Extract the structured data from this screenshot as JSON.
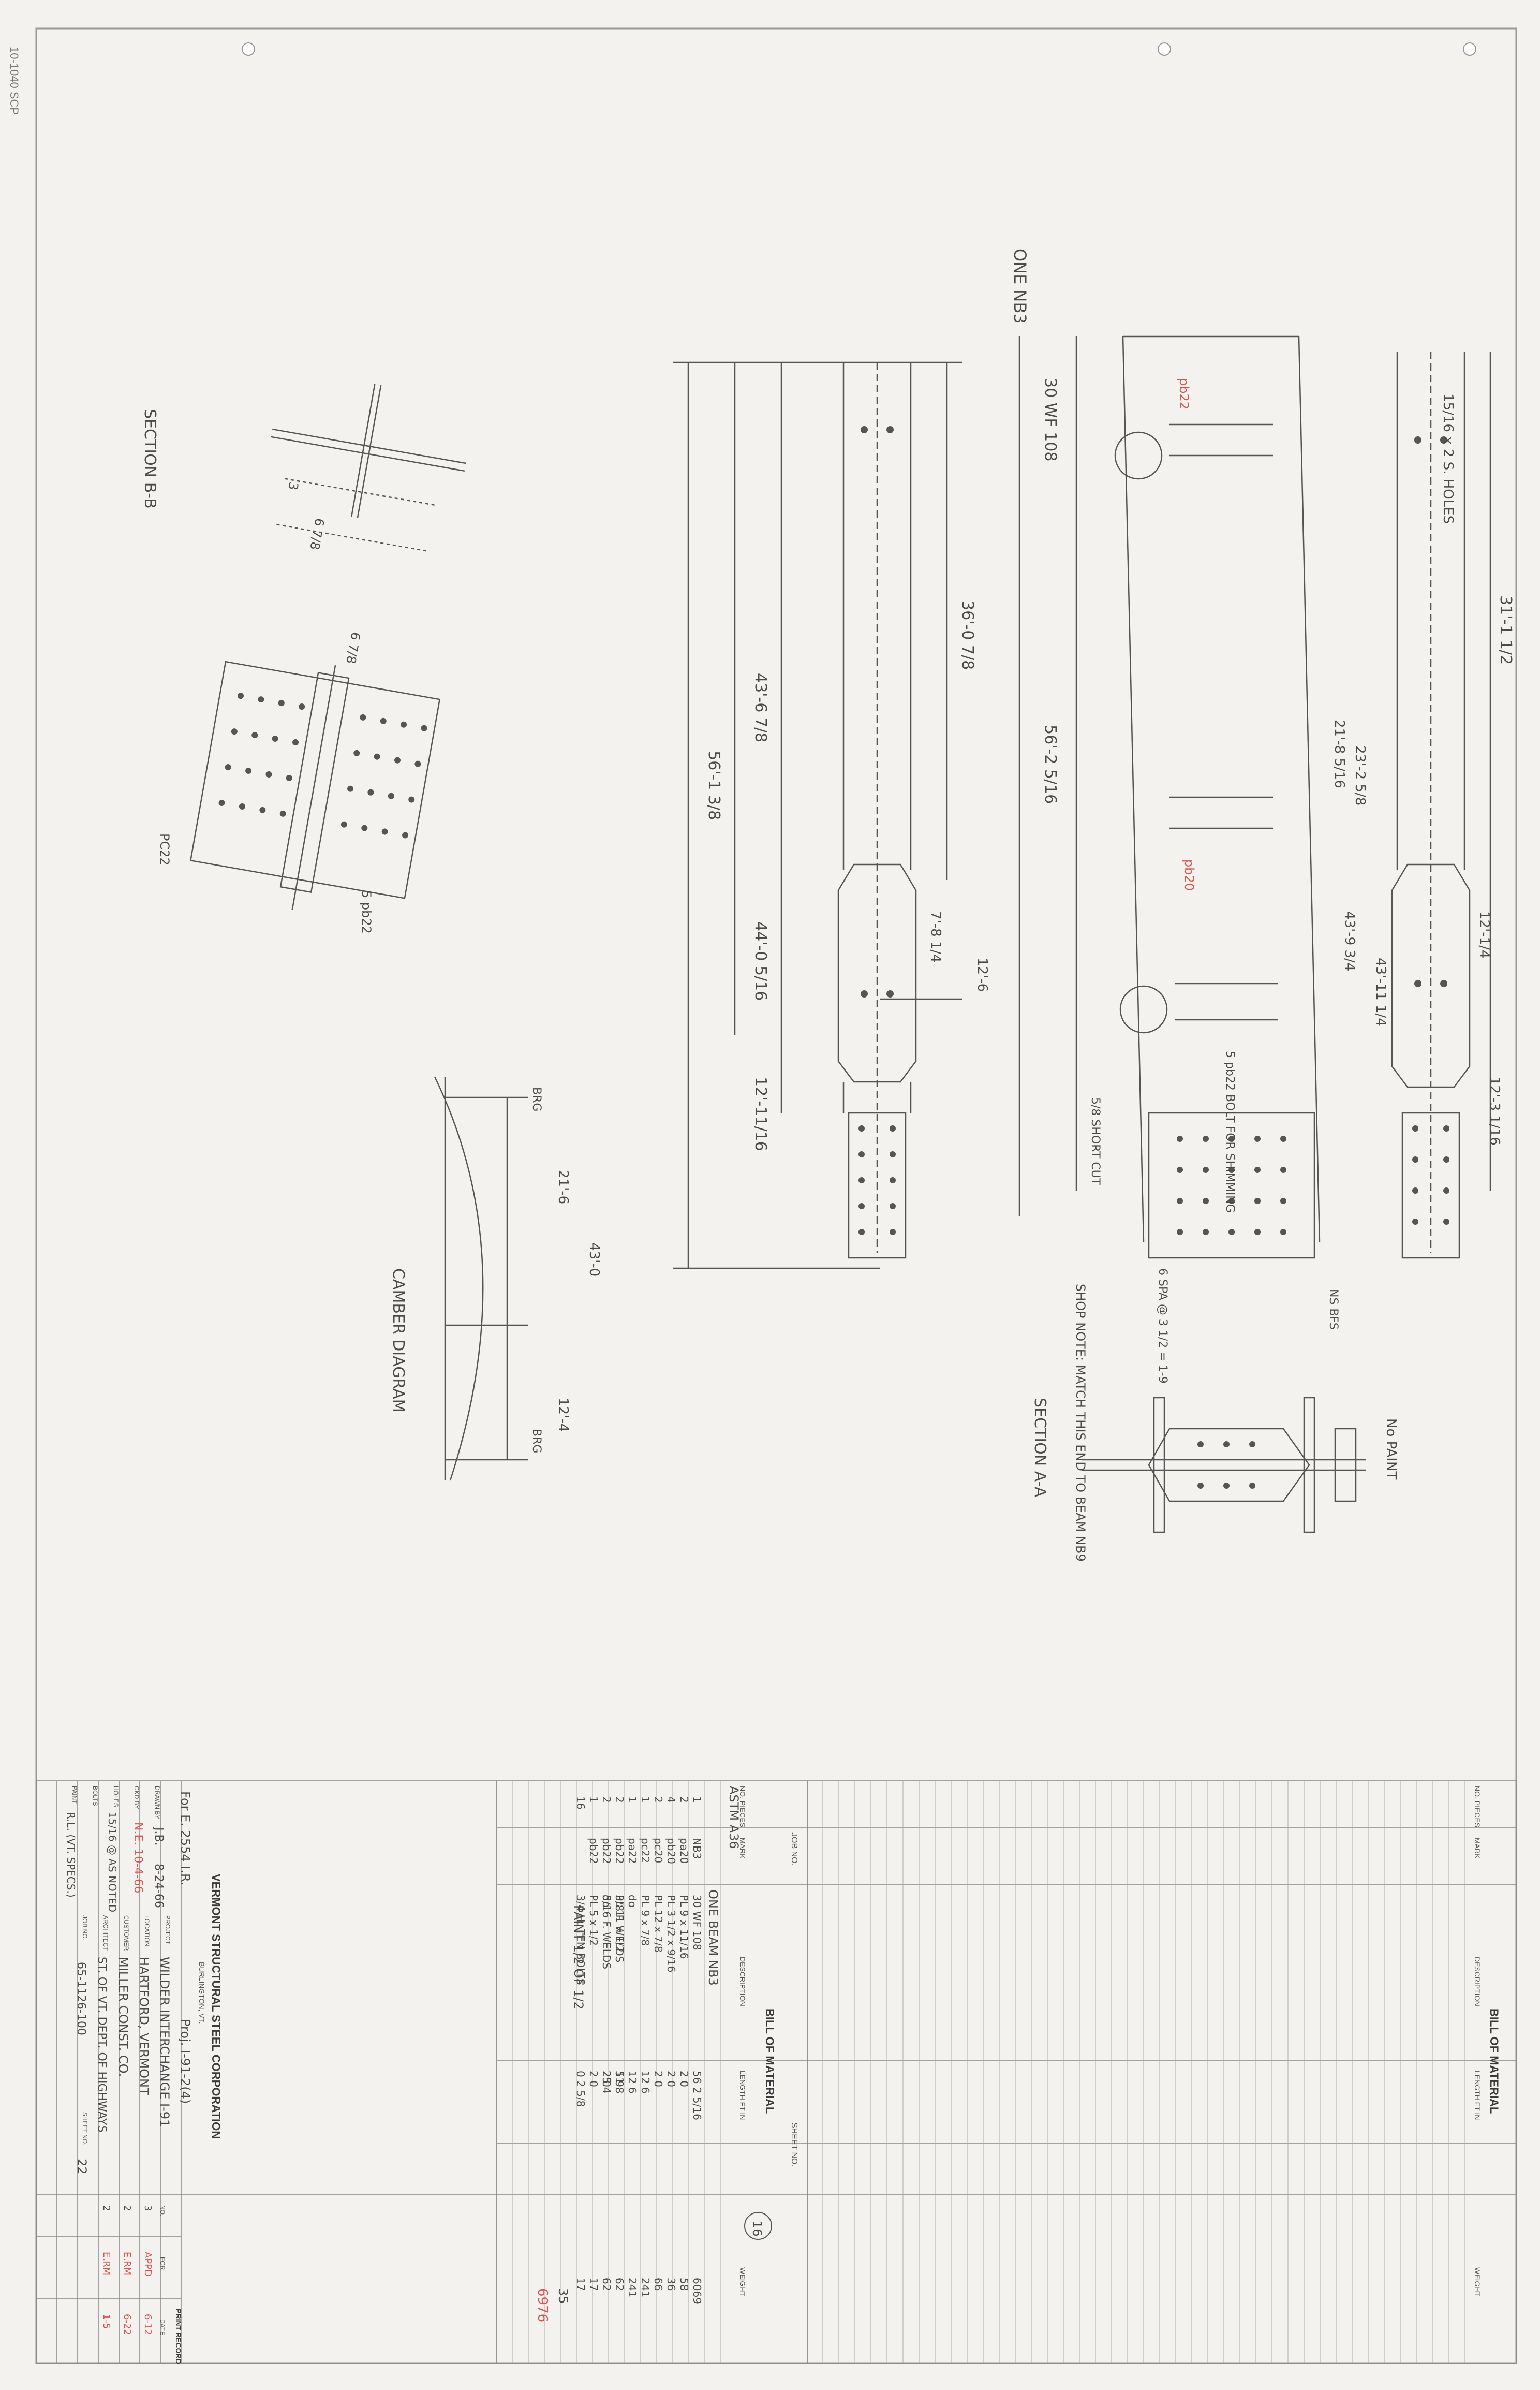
{
  "edge_code": "10-1040 SCP",
  "sections": {
    "section_bb": "SECTION B-B",
    "section_aa": "SECTION A-A",
    "camber": "CAMBER DIAGRAM",
    "beam_top": "ONE NB3"
  },
  "dims": {
    "bb_6_7_8": "6 7/8",
    "bb_6_7_8b": "6 7/8",
    "bb_3": "3",
    "bb_pc22": "PC22",
    "bb_pb22": "5 pb22",
    "overall": "56'-1 3/8",
    "d43": "43'-6 7/8",
    "d44": "44'-0 5/16",
    "d12": "12'-11/16",
    "d36": "36'-0 7/8",
    "d56b": "56'-2 5/16",
    "d7": "7'-8 1/4",
    "d12b": "12'-6",
    "d30wf": "30 WF 108",
    "d31": "31'-1 1/2",
    "d23": "23'-2 5/8",
    "d21": "21'-8 5/16",
    "d43b": "43'-9 3/4",
    "d43c": "43'-11 1/4",
    "d12c": "12'-1/4",
    "d12d": "12'-3 1/16",
    "holes": "15/16 x 2 S. HOLES",
    "pb20": "pb20",
    "pb22": "pb22",
    "camber_21": "21'-6",
    "camber_43": "43'-0",
    "camber_12": "12'-4",
    "camber_brg1": "BRG",
    "camber_brg2": "BRG",
    "shop_note": "SHOP NOTE: MATCH THIS END TO BEAM NB9",
    "no_paint": "No PAINT",
    "sp_cut": "5/8 SHORT CUT",
    "sp_six": "6 SPA @ 3 1/2 = 1-9",
    "ns_bfs": "NS BFS",
    "bolt_shim": "5 pb22 BOLT FOR SHIMMING"
  },
  "bom_right": {
    "title": "BILL OF MATERIAL",
    "headers": [
      "NO. PIECES",
      "MARK",
      "DESCRIPTION",
      "LENGTH FT IN",
      "WEIGHT"
    ]
  },
  "bom_left": {
    "title": "BILL OF MATERIAL",
    "job_no": "JOB NO.",
    "sheet_no": "SHEET NO.",
    "circle": "16",
    "headers": [
      "NO. PIECES",
      "MARK",
      "DESCRIPTION",
      "LENGTH FT IN",
      "WEIGHT"
    ],
    "spec": "ASTM A36",
    "beam_name": "ONE BEAM NB3",
    "rows": [
      {
        "n": "1",
        "mark": "NB3",
        "desc": "30 WF 108",
        "len": "56 2 5/16",
        "wt": "6069"
      },
      {
        "n": "2",
        "mark": "pa20",
        "desc": "PL 9 x 11/16",
        "len": "2 0",
        "wt": "58"
      },
      {
        "n": "4",
        "mark": "pb20",
        "desc": "PL 3 1/2 x 9/16",
        "len": "2 0",
        "wt": "36"
      },
      {
        "n": "2",
        "mark": "pc20",
        "desc": "PL 12 x 7/8",
        "len": "2 0",
        "wt": "66"
      },
      {
        "n": "1",
        "mark": "pc22",
        "desc": "PL 9 x 7/8",
        "len": "12 6",
        "wt": "241"
      },
      {
        "n": "1",
        "mark": "pa22",
        "desc": "do",
        "len": "12 6",
        "wt": "241"
      },
      {
        "n": "2",
        "mark": "pb22",
        "desc": "PL 11 x 1/2",
        "len": "1 9",
        "wt": "62"
      },
      {
        "n": "2",
        "mark": "pb22",
        "desc": "do",
        "len": "2 0",
        "wt": "62"
      },
      {
        "n": "1",
        "mark": "pb22",
        "desc": "PL 5 x 1/2",
        "len": "2 0",
        "wt": "17"
      },
      {
        "n": "16",
        "mark": "",
        "desc": "3/4 H. TEN BOLTS",
        "len": "0 2 5/8",
        "wt": "17"
      }
    ],
    "welds": [
      {
        "desc": "3/8 F. WELDS",
        "len": "51 8"
      },
      {
        "desc": "5/16 F. WELDS",
        "len": "25 4"
      }
    ],
    "paint": "PAINT 1/2 OF 1/2",
    "total": "35",
    "grand": "6976"
  },
  "title_block": {
    "company": "VERMONT STRUCTURAL STEEL CORPORATION",
    "city": "BURLINGTON, VT.",
    "for": "For E. 2554 I.R.",
    "proj_no": "Proj. I-91-2(4)",
    "project_lbl": "PROJECT",
    "project": "WILDER INTERCHANGE I-91",
    "location_lbl": "LOCATION",
    "location": "HARTFORD, VERMONT",
    "customer_lbl": "CUSTOMER",
    "customer": "MILLER CONST. CO.",
    "drawn_lbl": "DRAWN BY",
    "drawn": "J.B.",
    "drawn_date": "8-24-66",
    "chkd_lbl": "CKD BY",
    "chkd": "N.E. 10-4-66",
    "holes_lbl": "HOLES",
    "holes": "15/16 @ AS NOTED",
    "bolts_lbl": "BOLTS",
    "paint_lbl": "PAINT",
    "paint": "R.L. (VT. SPECS.)",
    "architect_lbl": "ARCHITECT",
    "architect": "ST. OF VT. DEPT. OF HIGHWAYS",
    "job_lbl": "JOB NO.",
    "job": "65-1126-100",
    "sheet_lbl": "SHEET NO.",
    "sheet": "22",
    "print_record": "PRINT RECORD",
    "pr_headers": [
      "NO.",
      "FOR",
      "DATE"
    ],
    "pr_rows": [
      [
        "3",
        "APPD",
        "6-12"
      ],
      [
        "2",
        "E.RM",
        "6-22"
      ],
      [
        "2",
        "E.RM",
        "1-5"
      ]
    ]
  }
}
